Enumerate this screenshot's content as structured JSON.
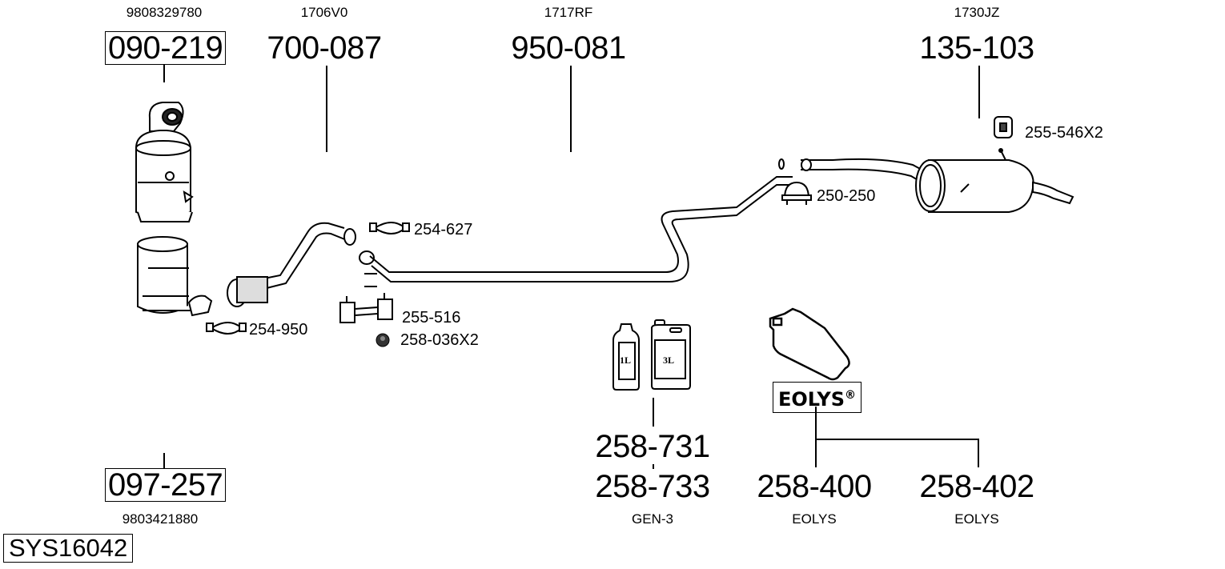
{
  "diagram": {
    "system_id": "SYS16042",
    "top_parts": [
      {
        "oem": "9808329780",
        "part": "090-219",
        "boxed": true
      },
      {
        "oem": "1706V0",
        "part": "700-087",
        "boxed": false
      },
      {
        "oem": "1717RF",
        "part": "950-081",
        "boxed": false
      },
      {
        "oem": "1730JZ",
        "part": "135-103",
        "boxed": false
      }
    ],
    "bottom_left_part": {
      "part": "097-257",
      "oem": "9803421880",
      "boxed": true
    },
    "accessories": [
      {
        "part": "255-546X2",
        "icon": "rubber-hanger-icon"
      },
      {
        "part": "250-250",
        "icon": "u-clamp-icon"
      },
      {
        "part": "254-627",
        "icon": "band-clamp-icon"
      },
      {
        "part": "255-516",
        "icon": "bracket-hanger-icon"
      },
      {
        "part": "258-036X2",
        "icon": "nut-icon"
      },
      {
        "part": "254-950",
        "icon": "band-clamp-icon"
      }
    ],
    "fluids": {
      "bottle_small_label": "1L",
      "bottle_large_label": "3L",
      "part_a": "258-731",
      "part_b": "258-733",
      "caption": "GEN-3"
    },
    "eolys": {
      "brand": "EOLYS",
      "reg_mark": "®",
      "parts": [
        {
          "part": "258-400",
          "caption": "EOLYS"
        },
        {
          "part": "258-402",
          "caption": "EOLYS"
        }
      ]
    }
  }
}
